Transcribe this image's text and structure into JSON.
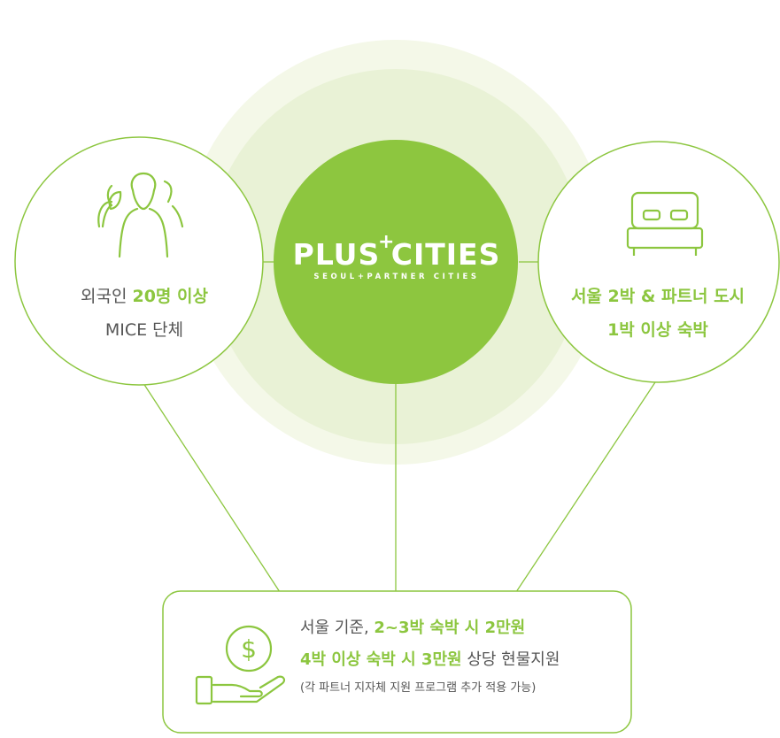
{
  "center_logo": {
    "name": "PLUS",
    "plus_mark": "+",
    "name_rest": "CITIES",
    "tagline": "SEOUL+PARTNER CITIES"
  },
  "left_node": {
    "icon": "people-group-icon",
    "line1_prefix": "외국인 ",
    "line1_highlight": "20명 이상",
    "line2": "MICE 단체"
  },
  "right_node": {
    "icon": "bed-icon",
    "line1": "서울 2박 & 파트너 도시",
    "line2": "1박 이상 숙박"
  },
  "benefit_box": {
    "icon": "money-hand-icon",
    "line1_prefix": "서울 기준, ",
    "line1_highlight": "2~3박 숙박 시 2만원",
    "line2_highlight": "4박 이상 숙박 시 3만원",
    "line2_suffix": " 상당 현물지원",
    "note": "(각 파트너 지자체 지원 프로그램 추가 적용 가능)"
  },
  "colors": {
    "accent": "#8cc63f",
    "center_fill": "#8dc63f",
    "halo_outer": "#f3f7e6",
    "halo_inner": "#e8f1d4",
    "text_gray": "#555555"
  }
}
